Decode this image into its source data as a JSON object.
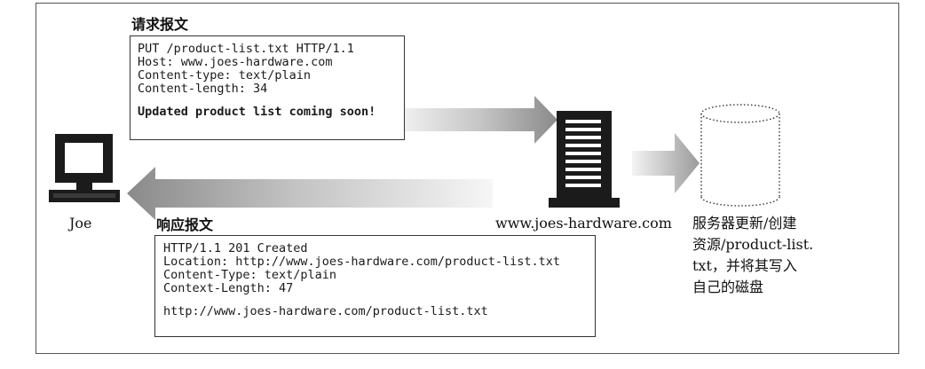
{
  "request": {
    "title": "请求报文",
    "lines": [
      "PUT /product-list.txt HTTP/1.1",
      "Host: www.joes-hardware.com",
      "Content-type: text/plain",
      "Content-length: 34"
    ],
    "body": "Updated product list coming soon!"
  },
  "response": {
    "title": "响应报文",
    "lines": [
      "HTTP/1.1 201 Created",
      "Location: http://www.joes-hardware.com/product-list.txt",
      "Content-Type: text/plain",
      "Context-Length: 47"
    ],
    "body": "http://www.joes-hardware.com/product-list.txt"
  },
  "client": {
    "label": "Joe",
    "icon": "computer-terminal-icon"
  },
  "server": {
    "label": "www.joes-hardware.com",
    "icon": "server-rack-icon"
  },
  "storage": {
    "icon": "disk-cylinder-icon",
    "caption_lines": [
      "服务器更新/创建",
      "资源/product-list.",
      "txt，并将其写入",
      "自己的磁盘"
    ]
  }
}
